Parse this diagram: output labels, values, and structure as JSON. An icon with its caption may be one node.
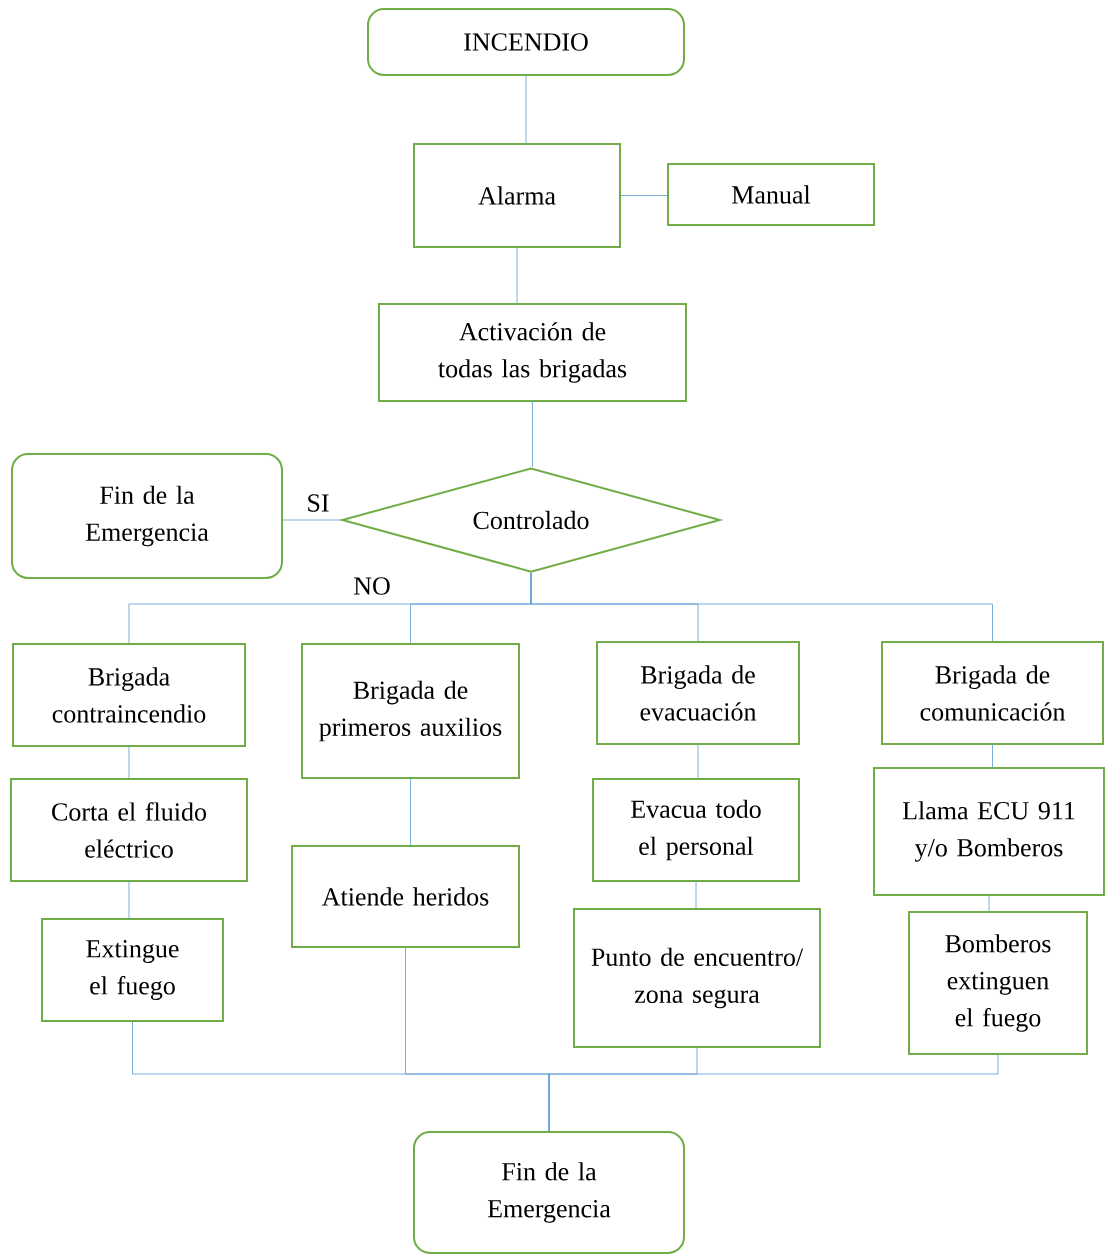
{
  "diagram": {
    "nodes": [
      {
        "text": [
          "INCENDIO"
        ]
      },
      {
        "text": [
          "Alarma"
        ]
      },
      {
        "text": [
          "Manual"
        ]
      },
      {
        "text": [
          "Activación de todas las brigadas"
        ]
      },
      {
        "text": [
          "Fin de la Emergencia"
        ]
      },
      {
        "text": [
          "Controlado"
        ]
      },
      {
        "text": [
          "Brigada contraincendio"
        ]
      },
      {
        "text": [
          "Brigada de primeros auxilios"
        ]
      },
      {
        "text": [
          "Brigada de evacuación"
        ]
      },
      {
        "text": [
          "Brigada de comunicación"
        ]
      },
      {
        "text": [
          "Corta el fluido eléctrico"
        ]
      },
      {
        "text": [
          "Atiende heridos"
        ]
      },
      {
        "text": [
          "Evacua todo el personal"
        ]
      },
      {
        "text": [
          "Llama ECU 911 y/o Bomberos"
        ]
      },
      {
        "text": [
          "Extingue el fuego"
        ]
      },
      {
        "text": [
          "Punto de encuentro/ zona segura"
        ]
      },
      {
        "text": [
          "Bomberos extinguen el fuego"
        ]
      },
      {
        "text": [
          "Fin de la Emergencia"
        ]
      }
    ],
    "edges": [
      {
        "from": 0,
        "to": 1,
        "arrow": "none"
      },
      {
        "from": 1,
        "to": 2,
        "arrow": "none"
      },
      {
        "from": 1,
        "to": 3,
        "arrow": "none"
      },
      {
        "from": 3,
        "to": 5,
        "arrow": "none"
      },
      {
        "from": 5,
        "to": 4,
        "arrow": "none",
        "label": "SI"
      },
      {
        "from": 5,
        "to": 6,
        "arrow": "none",
        "label": "NO"
      },
      {
        "from": 5,
        "to": 7,
        "arrow": "none"
      },
      {
        "from": 5,
        "to": 8,
        "arrow": "none"
      },
      {
        "from": 5,
        "to": 9,
        "arrow": "none"
      },
      {
        "from": 6,
        "to": 10,
        "arrow": "none"
      },
      {
        "from": 10,
        "to": 14,
        "arrow": "none"
      },
      {
        "from": 7,
        "to": 11,
        "arrow": "none"
      },
      {
        "from": 8,
        "to": 12,
        "arrow": "none"
      },
      {
        "from": 12,
        "to": 15,
        "arrow": "none"
      },
      {
        "from": 9,
        "to": 13,
        "arrow": "none"
      },
      {
        "from": 13,
        "to": 16,
        "arrow": "none"
      },
      {
        "from": 14,
        "to": 17,
        "arrow": "none"
      },
      {
        "from": 11,
        "to": 17,
        "arrow": "none"
      },
      {
        "from": 15,
        "to": 17,
        "arrow": "none"
      },
      {
        "from": 16,
        "to": 17,
        "arrow": "none"
      }
    ]
  }
}
